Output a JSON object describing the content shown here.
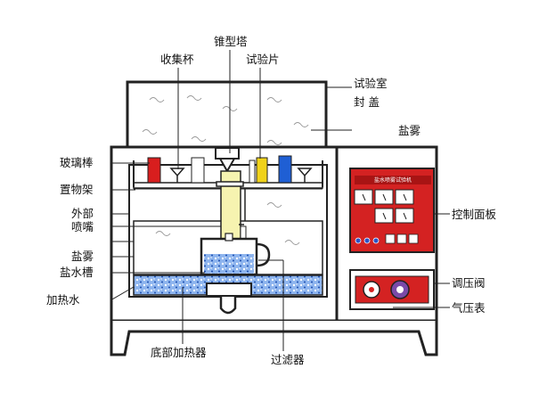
{
  "labels": {
    "collection_cup": "收集杯",
    "cone_tower": "锥型塔",
    "test_piece": "试验片",
    "chamber_lid_line1": "试验室",
    "chamber_lid_line2": "封  盖",
    "salt_fog_top": "盐雾",
    "glass_rod": "玻璃棒",
    "rack": "置物架",
    "outer": "外部",
    "nozzle": "喷嘴",
    "salt_fog_left": "盐雾",
    "brine_tank": "盐水槽",
    "heated_water": "加热水",
    "bottom_heater": "底部加热器",
    "filter": "过滤器",
    "control_panel": "控制面板",
    "pressure_valve": "调压阀",
    "pressure_gauge": "气压表"
  },
  "panel": {
    "title": "盐水喷雾试验机"
  },
  "colors": {
    "outline": "#222222",
    "salt_water": "#4a7fd6",
    "tower": "#f6f3b0",
    "control_panel": "#d42222",
    "sample_red": "#d81e1e",
    "sample_yellow": "#f0d21a",
    "sample_blue": "#1f5fd4"
  }
}
